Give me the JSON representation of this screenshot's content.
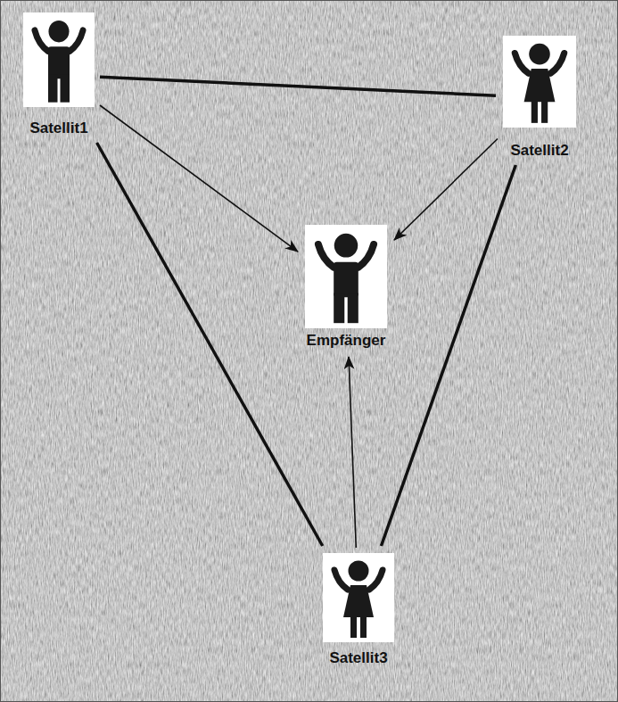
{
  "diagram": {
    "nodes": [
      {
        "text": [
          "Satellit1"
        ]
      },
      {
        "text": [
          "Satellit2"
        ]
      },
      {
        "text": [
          "Empfänger"
        ]
      },
      {
        "text": [
          "Satellit3"
        ]
      }
    ],
    "edges": [
      {
        "from": 0,
        "to": 1,
        "arrow": "none"
      },
      {
        "from": 0,
        "to": 3,
        "arrow": "none"
      },
      {
        "from": 1,
        "to": 3,
        "arrow": "none"
      },
      {
        "from": 0,
        "to": 2,
        "arrow": "to"
      },
      {
        "from": 1,
        "to": 2,
        "arrow": "to"
      },
      {
        "from": 3,
        "to": 2,
        "arrow": "to"
      }
    ]
  }
}
